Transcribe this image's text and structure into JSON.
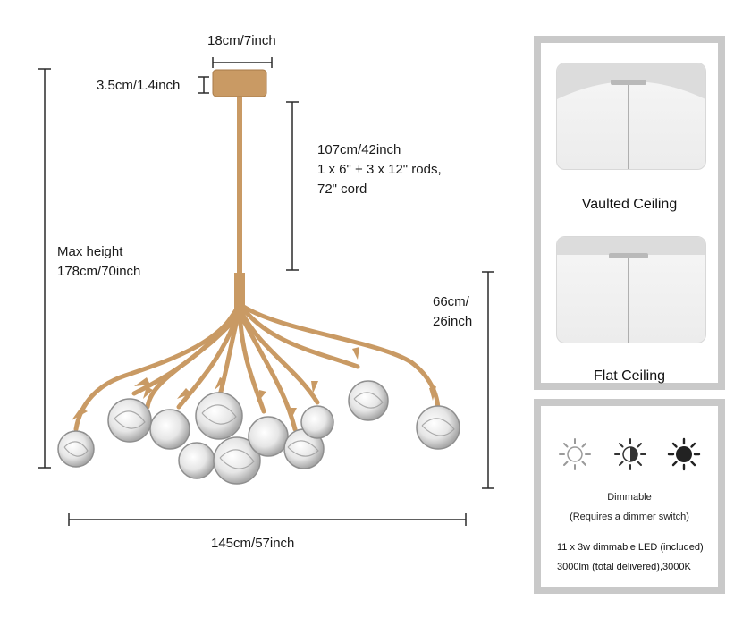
{
  "dimensions": {
    "canopy_diameter": "18cm/7inch",
    "canopy_height": "3.5cm/1.4inch",
    "rod_length": "107cm/42inch",
    "rod_detail": "1 x 6\" + 3 x 12\" rods,",
    "cord_length": "72\" cord",
    "max_height_label": "Max height",
    "max_height_value": "178cm/70inch",
    "body_height_line1": "66cm/",
    "body_height_line2": "26inch",
    "width": "145cm/57inch"
  },
  "mounting": {
    "vaulted_label": "Vaulted Ceiling",
    "flat_label": "Flat Ceiling"
  },
  "dimming": {
    "label": "Dimmable",
    "note": "(Requires a dimmer switch)",
    "icons": [
      "sun-bright-icon",
      "sun-half-icon",
      "sun-dark-icon"
    ]
  },
  "specs": {
    "led": "11 x 3w dimmable LED (included)",
    "output": "3000lm (total delivered),3000K"
  },
  "colors": {
    "brass": "#c99a64",
    "panel_border": "#c9c9c9"
  }
}
